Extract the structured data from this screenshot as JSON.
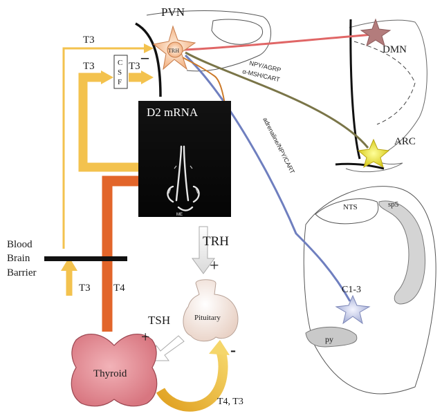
{
  "labels": {
    "pvn": "PVN",
    "dmn": "DMN",
    "arc": "ARC",
    "nts": "NTS",
    "sp5": "sp5",
    "py": "py",
    "c13": "C1-3",
    "trh_cell": "TRH",
    "csf": [
      "C",
      "S",
      "F"
    ],
    "t3_top": "T3",
    "t3_csf_left": "T3",
    "t3_csf_right": "T3",
    "minus_csf": "–",
    "d2": "D2 mRNA",
    "me": "ME",
    "bbb": [
      "Blood",
      "Brain",
      "Barrier"
    ],
    "t3_bottom": "T3",
    "t4": "T4",
    "trh": "TRH",
    "plus_trh": "+",
    "pituitary": "Pituitary",
    "tsh": "TSH",
    "plus_tsh": "+",
    "thyroid": "Thyroid",
    "t4t3": "T4, T3",
    "minus_feedback": "-",
    "npy_agrp": "NPY/AGRP",
    "msh_cart": "α-MSH/CART",
    "adrenaline": "adrenaline/NPY/CART"
  },
  "colors": {
    "red_path": "#e06666",
    "olive_path": "#7a7548",
    "blue_path": "#6f7fbf",
    "orange_path": "#cc7a2a",
    "yellow_arrow": "#f3c24e",
    "orange_arrow": "#e2652a",
    "thyroid": "#e79aa0",
    "pituitary": "#f3e3da"
  }
}
